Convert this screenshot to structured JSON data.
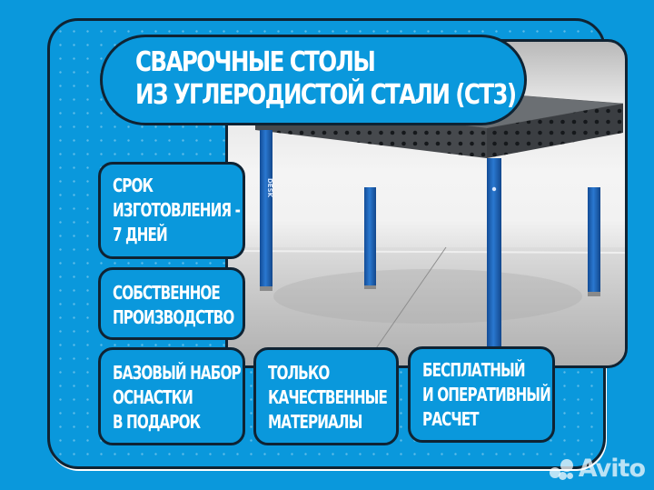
{
  "title": {
    "lines": [
      "Сварочные столы",
      "из углеродистой стали (Ст3)"
    ]
  },
  "features": [
    {
      "lines": [
        "Срок",
        "изготовления -",
        "7 дней"
      ]
    },
    {
      "lines": [
        "Собственное",
        "производство"
      ]
    },
    {
      "lines": [
        "Базовый набор",
        "оснастки",
        "в подарок"
      ]
    },
    {
      "lines": [
        "Только",
        "качественные",
        "материалы"
      ]
    },
    {
      "lines": [
        "Бесплатный",
        "и оперативный",
        "расчет"
      ]
    }
  ],
  "product_image": {
    "subject": "welding table with perforated steel top and blue legs",
    "leg_brand_text": "DESK"
  },
  "watermark": {
    "text": "Avito",
    "icon": "avito-dots-icon"
  },
  "colors": {
    "background": "#0a98dc",
    "outline": "#0f2333",
    "text": "#ffffff",
    "table_top": "#4f5357",
    "table_legs": "#1d63b8"
  }
}
